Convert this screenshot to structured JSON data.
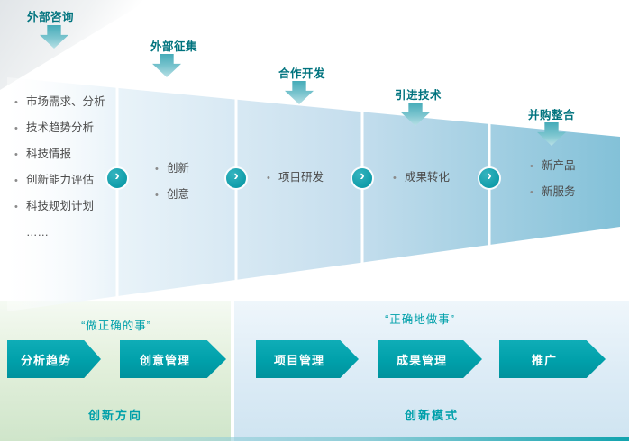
{
  "icons": {
    "bullet": "•",
    "chevron": "›"
  },
  "colors": {
    "teal": "#00a3ad",
    "dark_teal": "#00737e",
    "funnel_blue": "#86c3d9",
    "panel_green": "#d5e8cf",
    "panel_blue": "#d7e9f5"
  },
  "top_labels": [
    {
      "label": "外部咨询"
    },
    {
      "label": "外部征集"
    },
    {
      "label": "合作开发"
    },
    {
      "label": "引进技术"
    },
    {
      "label": "并购整合"
    }
  ],
  "funnel": {
    "stages": [
      {
        "items": [
          "市场需求、分析",
          "技术趋势分析",
          "科技情报",
          "创新能力评估",
          "科技规划计划",
          "……"
        ]
      },
      {
        "items": [
          "创新",
          "创意"
        ]
      },
      {
        "items": [
          "项目研发"
        ]
      },
      {
        "items": [
          "成果转化"
        ]
      },
      {
        "items": [
          "新产品",
          "新服务"
        ]
      }
    ]
  },
  "bottom": {
    "left_panel": {
      "quote": "“做正确的事”",
      "arrows": [
        "分析趋势",
        "创意管理"
      ],
      "label": "创新方向"
    },
    "right_panel": {
      "quote": "“正确地做事”",
      "arrows": [
        "项目管理",
        "成果管理",
        "推广"
      ],
      "label": "创新模式"
    }
  }
}
